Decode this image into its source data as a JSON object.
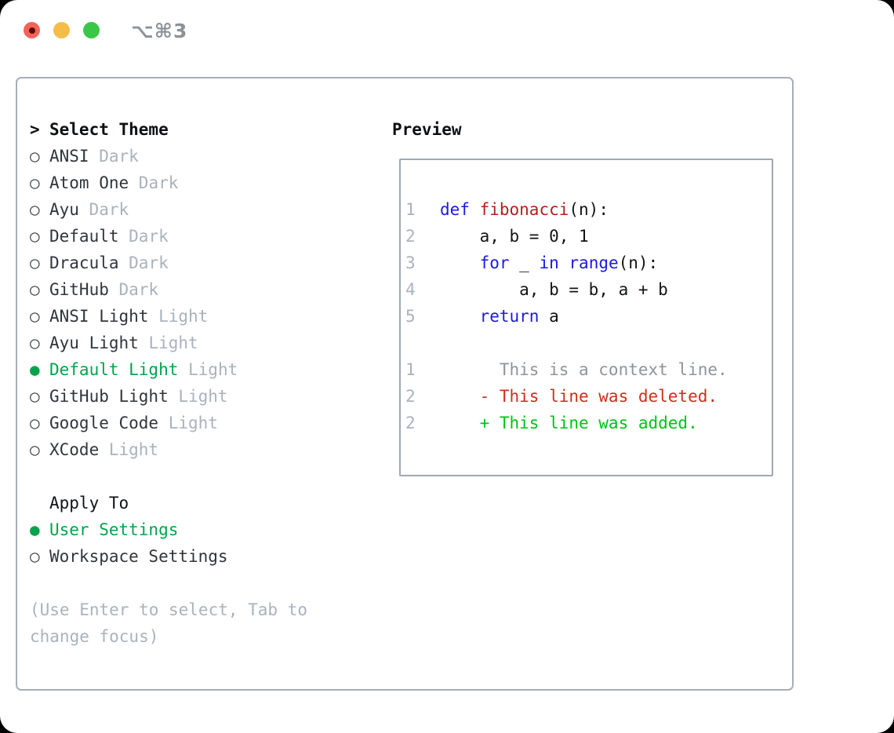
{
  "titlebar": {
    "title": "⌥⌘3",
    "buttons": {
      "close": "close",
      "minimize": "minimize",
      "zoom": "zoom"
    }
  },
  "left": {
    "prompt": ">",
    "title": "Select Theme",
    "themes": [
      {
        "marker": "○",
        "name": "ANSI",
        "tag": "Dark",
        "state": ""
      },
      {
        "marker": "○",
        "name": "Atom One",
        "tag": "Dark",
        "state": ""
      },
      {
        "marker": "○",
        "name": "Ayu",
        "tag": "Dark",
        "state": ""
      },
      {
        "marker": "○",
        "name": "Default",
        "tag": "Dark",
        "state": ""
      },
      {
        "marker": "○",
        "name": "Dracula",
        "tag": "Dark",
        "state": ""
      },
      {
        "marker": "○",
        "name": "GitHub",
        "tag": "Dark",
        "state": ""
      },
      {
        "marker": "○",
        "name": "ANSI Light",
        "tag": "Light",
        "state": ""
      },
      {
        "marker": "○",
        "name": "Ayu Light",
        "tag": "Light",
        "state": ""
      },
      {
        "marker": "●",
        "name": "Default Light",
        "tag": "Light",
        "state": "selected"
      },
      {
        "marker": "○",
        "name": "GitHub Light",
        "tag": "Light",
        "state": ""
      },
      {
        "marker": "○",
        "name": "Google Code",
        "tag": "Light",
        "state": ""
      },
      {
        "marker": "○",
        "name": "XCode",
        "tag": "Light",
        "state": ""
      }
    ],
    "apply_title": "Apply To",
    "apply_options": [
      {
        "marker": "●",
        "name": "User Settings",
        "tag": "",
        "state": "selected"
      },
      {
        "marker": "○",
        "name": "Workspace Settings",
        "tag": "",
        "state": ""
      }
    ],
    "help_lines": [
      {
        "t": "(Use Enter to select, Tab to"
      },
      {
        "t": "change focus)"
      }
    ]
  },
  "preview": {
    "title": "Preview",
    "code_lines": [
      {
        "num": "1",
        "segments": [
          {
            "t": "def",
            "c": "kw"
          },
          {
            "t": " ",
            "c": "pl"
          },
          {
            "t": "fibonacci",
            "c": "fn"
          },
          {
            "t": "(n):",
            "c": "pl"
          }
        ]
      },
      {
        "num": "2",
        "segments": [
          {
            "t": "    a, b = 0, 1",
            "c": "pl"
          }
        ]
      },
      {
        "num": "3",
        "segments": [
          {
            "t": "    ",
            "c": "pl"
          },
          {
            "t": "for",
            "c": "kw"
          },
          {
            "t": " _ ",
            "c": "pl"
          },
          {
            "t": "in",
            "c": "kw"
          },
          {
            "t": " ",
            "c": "pl"
          },
          {
            "t": "range",
            "c": "kw"
          },
          {
            "t": "(n):",
            "c": "pl"
          }
        ]
      },
      {
        "num": "4",
        "segments": [
          {
            "t": "        a, b = b, a + b",
            "c": "pl"
          }
        ]
      },
      {
        "num": "5",
        "segments": [
          {
            "t": "    ",
            "c": "pl"
          },
          {
            "t": "return",
            "c": "kw"
          },
          {
            "t": " a",
            "c": "pl"
          }
        ]
      }
    ],
    "diff_lines": [
      {
        "num": "1",
        "segments": [
          {
            "t": "      This is a context line.",
            "c": "ctx"
          }
        ]
      },
      {
        "num": "2",
        "segments": [
          {
            "t": "    - This line was deleted.",
            "c": "del"
          }
        ]
      },
      {
        "num": "2",
        "segments": [
          {
            "t": "    + This line was added.",
            "c": "add"
          }
        ]
      }
    ]
  },
  "colors": {
    "accent_green": "#00a44c",
    "keyword_blue": "#1b1ae3",
    "function_red": "#b12121",
    "deleted_red": "#cd2f1d",
    "added_green": "#00c316",
    "muted_gray": "#a9b2bc",
    "context_gray": "#8d949d",
    "panel_border": "#a7aeb8",
    "traffic_red": "#f2635a",
    "traffic_yellow": "#f5bd48",
    "traffic_green": "#3ac647",
    "title_gray": "#8b9198"
  }
}
